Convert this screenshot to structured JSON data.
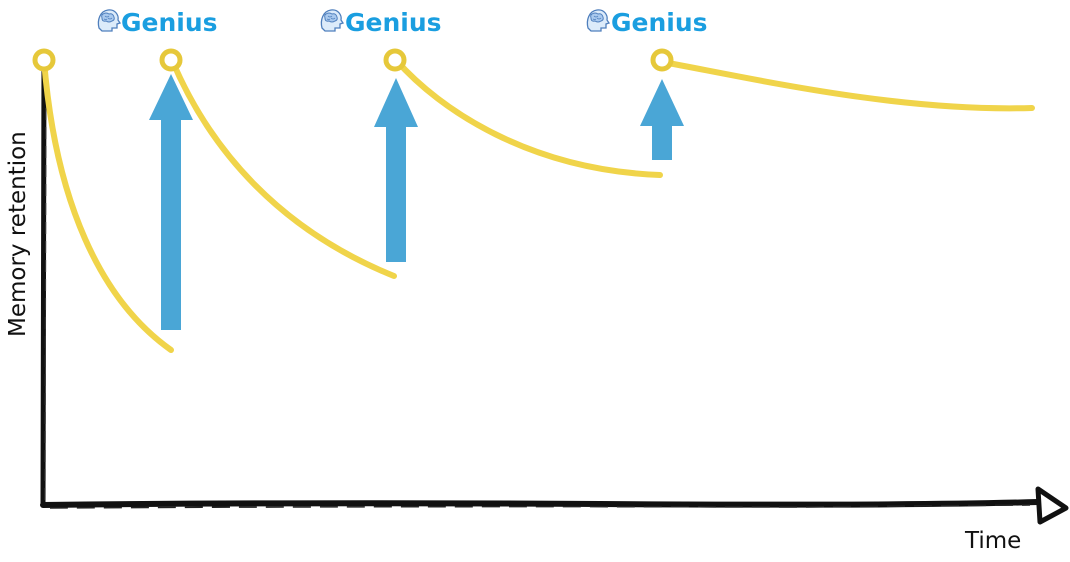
{
  "colors": {
    "curve": "#f0d44a",
    "arrow": "#4aa6d6",
    "label": "#1a9ee0",
    "axis": "#111111",
    "node_ring": "#e6c83a"
  },
  "labels": {
    "y_axis": "Memory retention",
    "x_axis": "Time",
    "review_1": "Genius",
    "review_2": "Genius",
    "review_3": "Genius"
  },
  "icons": {
    "review_icon": "brain-head-icon"
  }
}
